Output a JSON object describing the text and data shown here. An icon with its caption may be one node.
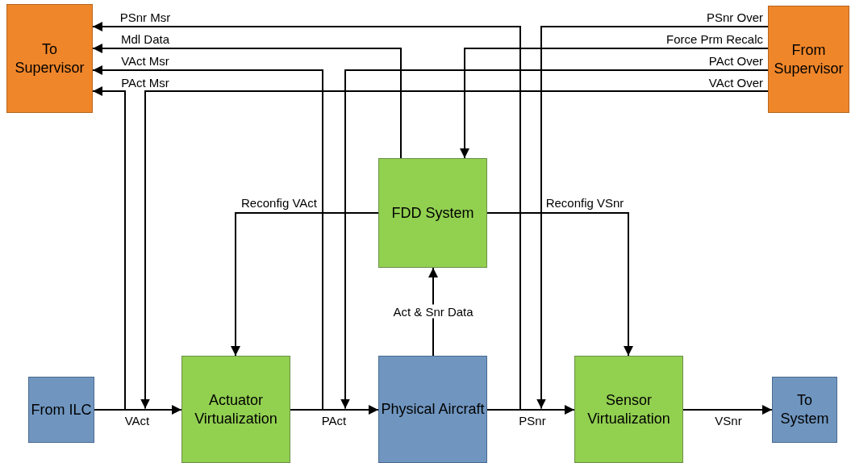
{
  "diagram": {
    "nodes": [
      {
        "text": [
          "To Supervisor"
        ]
      },
      {
        "text": [
          "From Supervisor"
        ]
      },
      {
        "text": [
          "FDD System"
        ]
      },
      {
        "text": [
          "From ILC"
        ]
      },
      {
        "text": [
          "Actuator Virtualization"
        ]
      },
      {
        "text": [
          "Physical Aircraft"
        ]
      },
      {
        "text": [
          "Sensor Virtualization"
        ]
      },
      {
        "text": [
          "To System"
        ]
      }
    ],
    "edges": [
      {
        "from": 3,
        "to": 4,
        "arrow": "to",
        "label": "VAct"
      },
      {
        "from": 3,
        "to": 0,
        "arrow": "to",
        "label": "PAct Msr"
      },
      {
        "from": 1,
        "to": 4,
        "arrow": "to",
        "label": "VAct Over"
      },
      {
        "from": 4,
        "to": 5,
        "arrow": "to",
        "label": "PAct"
      },
      {
        "from": 4,
        "to": 0,
        "arrow": "to",
        "label": "VAct Msr"
      },
      {
        "from": 1,
        "to": 5,
        "arrow": "to",
        "label": "PAct Over"
      },
      {
        "from": 2,
        "to": 0,
        "arrow": "to",
        "label": "Mdl Data"
      },
      {
        "from": 1,
        "to": 2,
        "arrow": "to",
        "label": "Force Prm Recalc"
      },
      {
        "from": 5,
        "to": 6,
        "arrow": "to",
        "label": "PSnr"
      },
      {
        "from": 5,
        "to": 0,
        "arrow": "to",
        "label": "PSnr Msr"
      },
      {
        "from": 1,
        "to": 6,
        "arrow": "to",
        "label": "PSnr Over"
      },
      {
        "from": 2,
        "to": 4,
        "arrow": "to",
        "label": "Reconfig VAct"
      },
      {
        "from": 2,
        "to": 6,
        "arrow": "to",
        "label": "Reconfig VSnr"
      },
      {
        "from": 5,
        "to": 2,
        "arrow": "to",
        "label": "Act & Snr Data"
      },
      {
        "from": 6,
        "to": 7,
        "arrow": "to",
        "label": "VSnr"
      }
    ]
  }
}
